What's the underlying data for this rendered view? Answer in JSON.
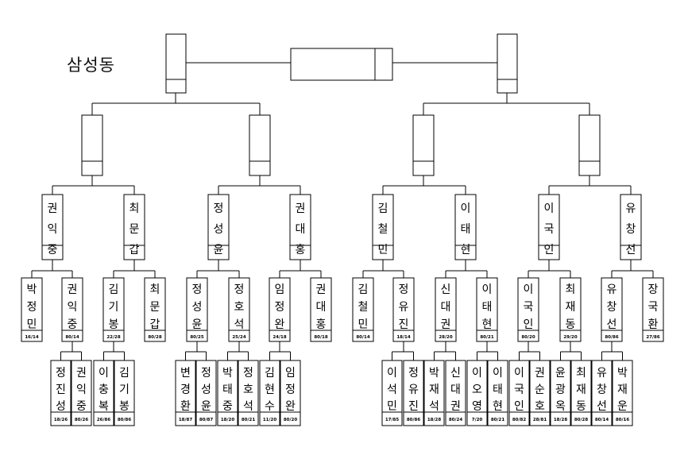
{
  "title": "삼성동",
  "round4": [
    {
      "name": "권익중"
    },
    {
      "name": "최문갑"
    },
    {
      "name": "정성윤"
    },
    {
      "name": "권대홍"
    },
    {
      "name": "김철민"
    },
    {
      "name": "이태현"
    },
    {
      "name": "이국인"
    },
    {
      "name": "유창선"
    }
  ],
  "round3": [
    {
      "name": "박정민",
      "score": "16/14"
    },
    {
      "name": "권익중",
      "score": "80/14"
    },
    {
      "name": "김기봉",
      "score": "22/28"
    },
    {
      "name": "최문갑",
      "score": "80/28"
    },
    {
      "name": "정성윤",
      "score": "80/25"
    },
    {
      "name": "정호석",
      "score": "25/24"
    },
    {
      "name": "임정완",
      "score": "24/18"
    },
    {
      "name": "권대홍",
      "score": "80/18"
    },
    {
      "name": "김철민",
      "score": "80/14"
    },
    {
      "name": "정유진",
      "score": "18/14"
    },
    {
      "name": "신대권",
      "score": "28/20"
    },
    {
      "name": "이태현",
      "score": "80/21"
    },
    {
      "name": "이국인",
      "score": "80/20"
    },
    {
      "name": "최재동",
      "score": "29/20"
    },
    {
      "name": "유창선",
      "score": "80/86"
    },
    {
      "name": "장국환",
      "score": "27/86"
    }
  ],
  "round2": [
    {
      "name": "정진성",
      "score": "18/26"
    },
    {
      "name": "권익중",
      "score": "80/26"
    },
    {
      "name": "이충복",
      "score": "26/86"
    },
    {
      "name": "김기봉",
      "score": "80/86"
    },
    {
      "name": "변경환",
      "score": "18/87"
    },
    {
      "name": "정성윤",
      "score": "80/87"
    },
    {
      "name": "박태중",
      "score": "18/20"
    },
    {
      "name": "정호석",
      "score": "80/21"
    },
    {
      "name": "김현수",
      "score": "11/20"
    },
    {
      "name": "임정완",
      "score": "80/20"
    },
    {
      "name": "이석민",
      "score": "17/85"
    },
    {
      "name": "정유진",
      "score": "80/86"
    },
    {
      "name": "박재석",
      "score": "18/28"
    },
    {
      "name": "신대권",
      "score": "80/24"
    },
    {
      "name": "이오영",
      "score": "7/20"
    },
    {
      "name": "이태현",
      "score": "80/21"
    },
    {
      "name": "이국인",
      "score": "80/82"
    },
    {
      "name": "권순호",
      "score": "28/81"
    },
    {
      "name": "윤광옥",
      "score": "18/28"
    },
    {
      "name": "최재동",
      "score": "80/28"
    },
    {
      "name": "유창선",
      "score": "80/14"
    },
    {
      "name": "박재운",
      "score": "80/16"
    }
  ]
}
